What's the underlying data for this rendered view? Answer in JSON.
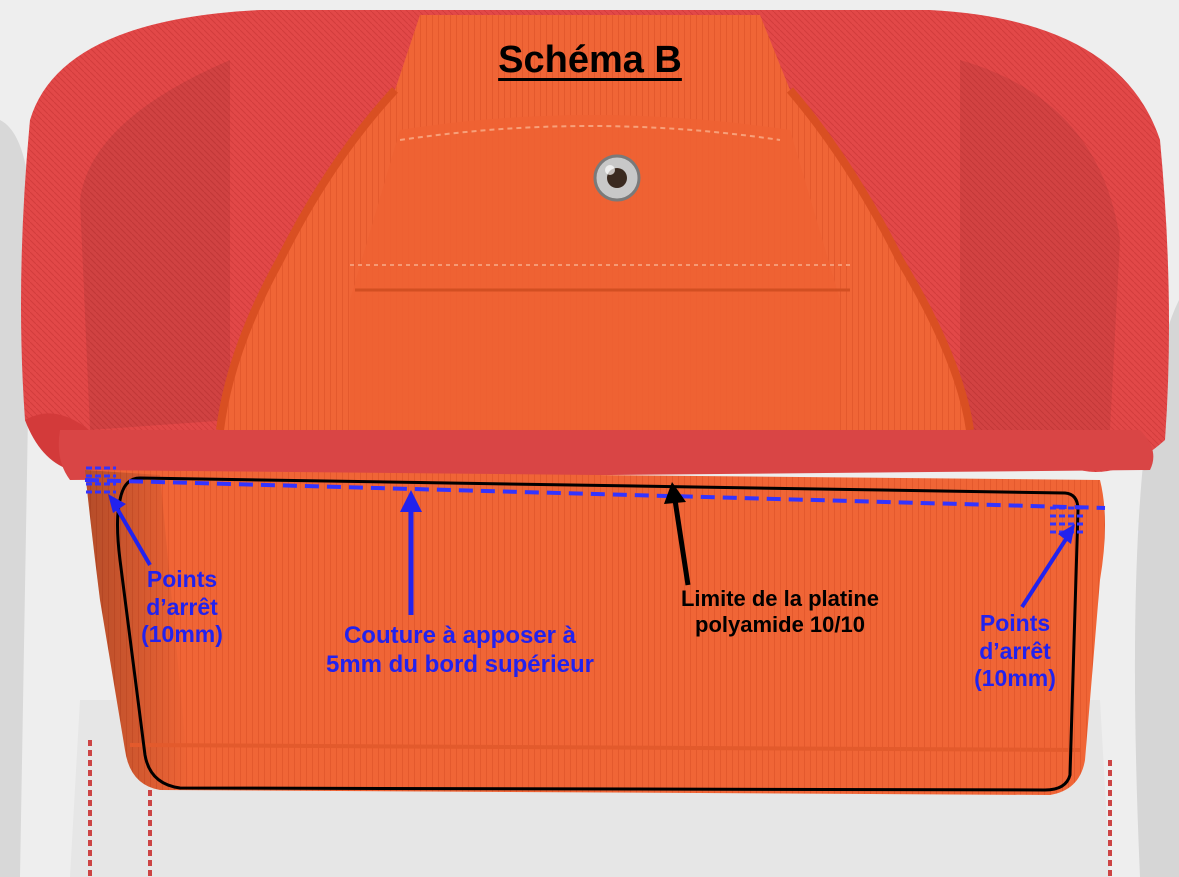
{
  "title": "Schéma B",
  "annotations": {
    "points_left": "Points\nd’arrêt\n(10mm)",
    "couture": "Couture à apposer à\n5mm du bord supérieur",
    "limite": "Limite de la platine\npolyamide 10/10",
    "points_right": "Points\nd’arrêt\n(10mm)"
  },
  "colors": {
    "annotation_blue": "#2222ee",
    "annotation_black": "#000000",
    "fabric_orange": "#f26a3a",
    "fabric_red": "#e84a4a",
    "background_white": "#f2f2f2"
  }
}
